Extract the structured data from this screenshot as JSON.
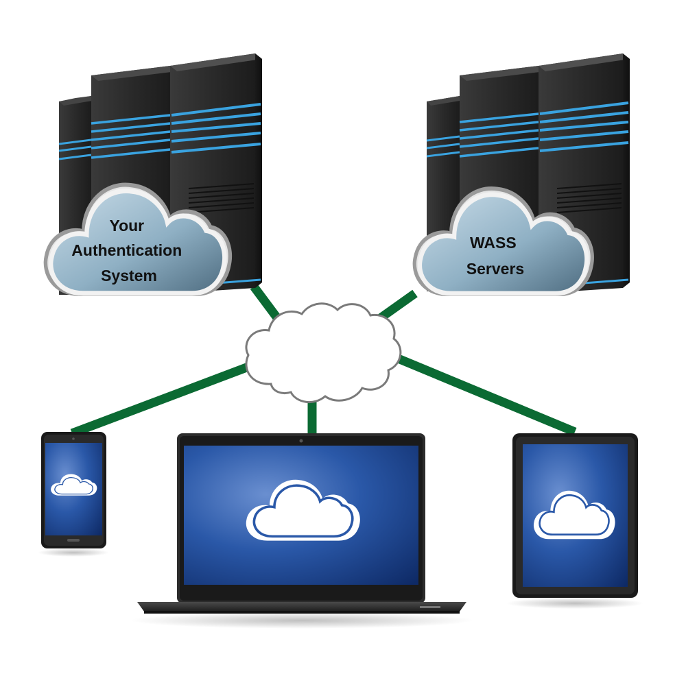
{
  "nodes": {
    "auth": {
      "label_lines": [
        "Your",
        "Authentication",
        "System"
      ]
    },
    "wass": {
      "label_lines": [
        "WASS",
        "Servers"
      ]
    }
  },
  "colors": {
    "link": "#0b6a33",
    "server_body": "#2b2b2b",
    "server_stripe": "#3aa3e0",
    "cloud_badge": "#7fa4bb",
    "screen_blue": "#1f4f9e",
    "device_frame": "#1a1a1a"
  },
  "icons": [
    "server-rack-icon",
    "cloud-icon",
    "network-cloud-icon",
    "smartphone-icon",
    "laptop-icon",
    "tablet-icon"
  ]
}
